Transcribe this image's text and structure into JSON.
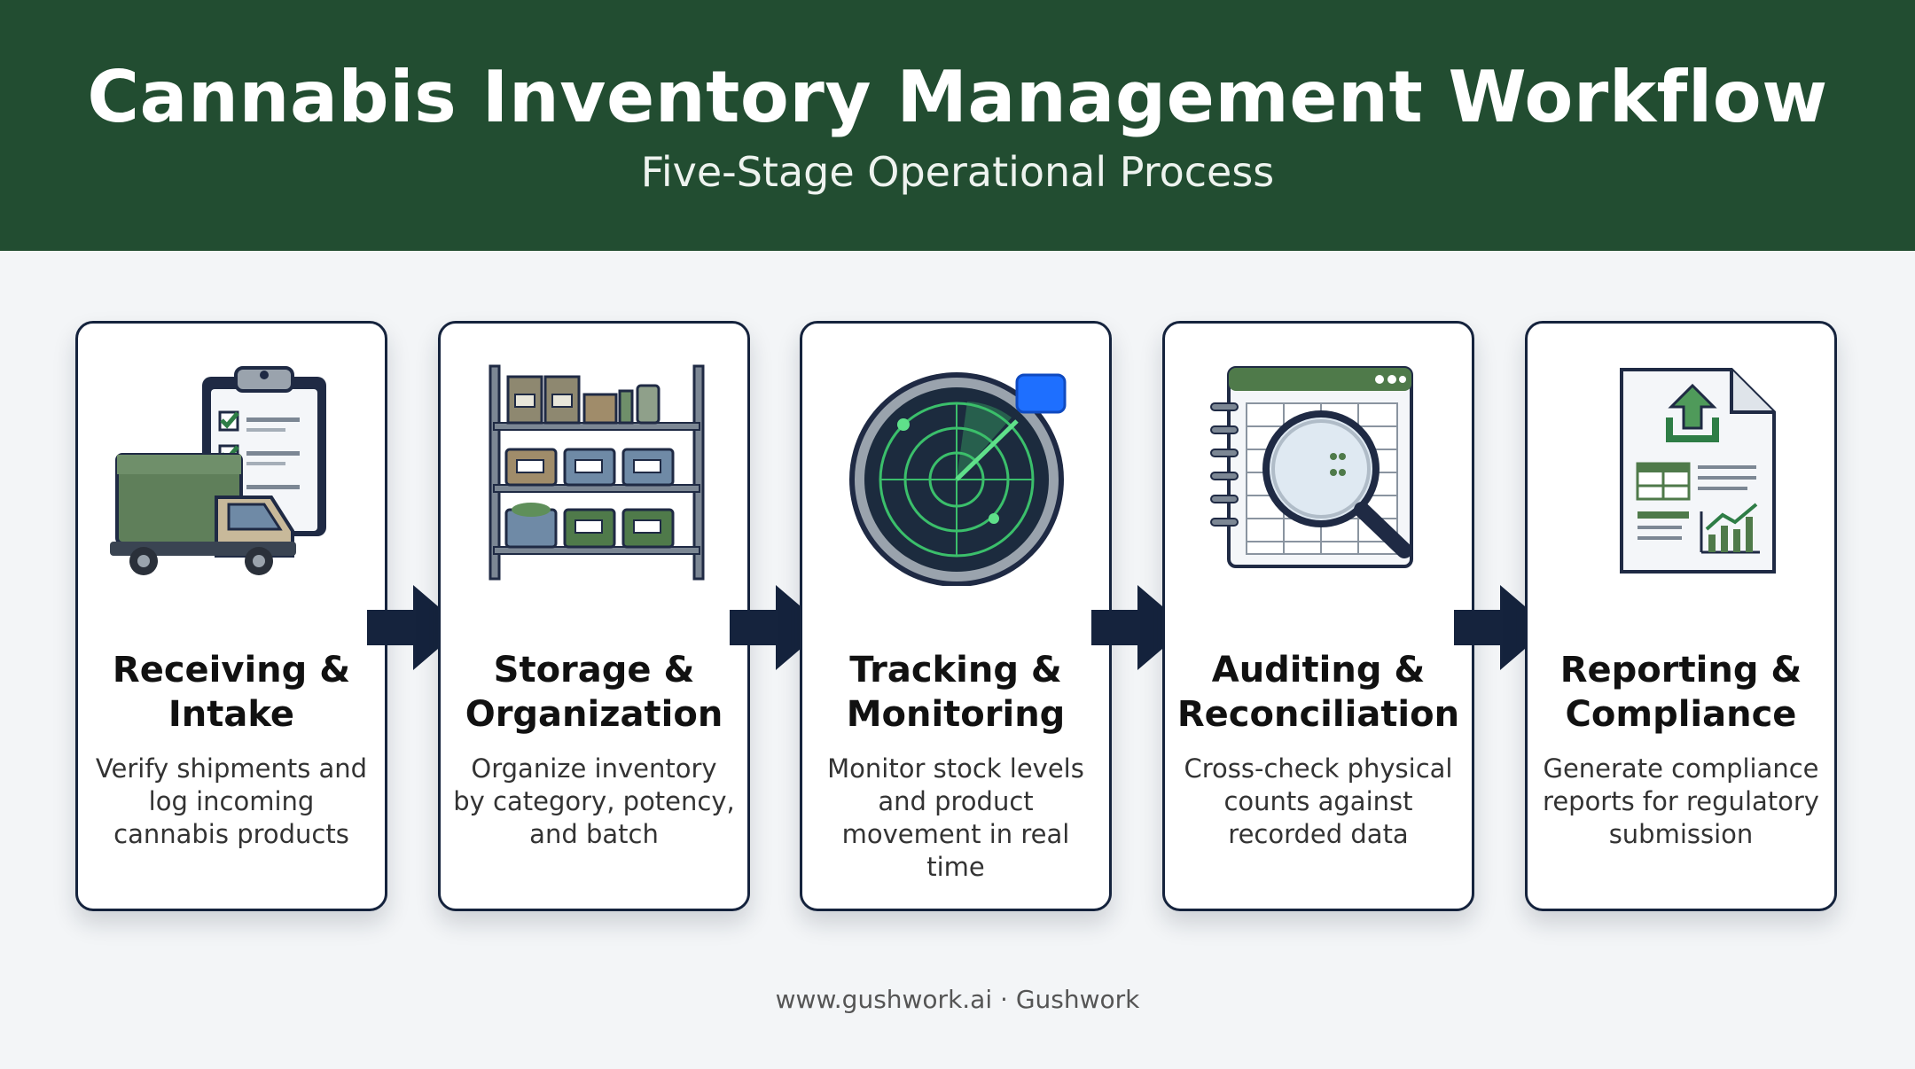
{
  "header": {
    "title": "Cannabis Inventory Management Workflow",
    "subtitle": "Five-Stage Operational Process"
  },
  "stages": [
    {
      "title": "Receiving & Intake",
      "description": "Verify shipments and log incoming cannabis products",
      "icon": "clipboard-truck-icon"
    },
    {
      "title": "Storage & Organization",
      "description": "Organize inventory by category, potency, and batch",
      "icon": "shelving-icon"
    },
    {
      "title": "Tracking & Monitoring",
      "description": "Monitor stock levels and product movement in real time",
      "icon": "radar-icon"
    },
    {
      "title": "Auditing & Reconciliation",
      "description": "Cross-check physical counts against recorded data",
      "icon": "spreadsheet-magnifier-icon"
    },
    {
      "title": "Reporting & Compliance",
      "description": "Generate compliance reports for regulatory submission",
      "icon": "report-document-icon"
    }
  ],
  "footer": "www.gushwork.ai · Gushwork",
  "colors": {
    "header_bg": "#224d31",
    "card_border": "#15233d",
    "arrow": "#15233d",
    "page_bg": "#f3f5f7"
  }
}
